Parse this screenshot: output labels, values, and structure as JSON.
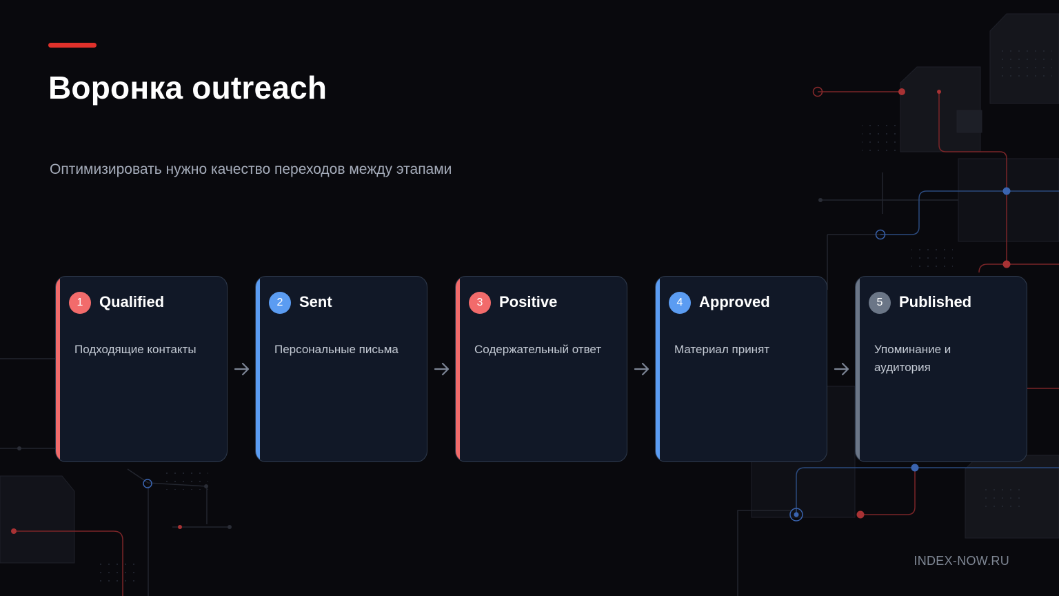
{
  "title": "Воронка outreach",
  "subtitle": "Оптимизировать нужно качество переходов между этапами",
  "colors": {
    "accent": "#e0312b",
    "red": "#f26b6b",
    "blue": "#5b9cf2",
    "gray": "#6b7687",
    "card_bg": "#111827"
  },
  "stages": [
    {
      "number": "1",
      "name": "Qualified",
      "description": "Подходящие контакты",
      "color": "#f26b6b"
    },
    {
      "number": "2",
      "name": "Sent",
      "description": "Персональные письма",
      "color": "#5b9cf2"
    },
    {
      "number": "3",
      "name": "Positive",
      "description": "Содержательный ответ",
      "color": "#f26b6b"
    },
    {
      "number": "4",
      "name": "Approved",
      "description": "Материал принят",
      "color": "#5b9cf2"
    },
    {
      "number": "5",
      "name": "Published",
      "description": "Упоминание и аудитория",
      "color": "#6b7687"
    }
  ],
  "arrow_icon": "arrow-right-icon",
  "footer": "INDEX-NOW.RU"
}
